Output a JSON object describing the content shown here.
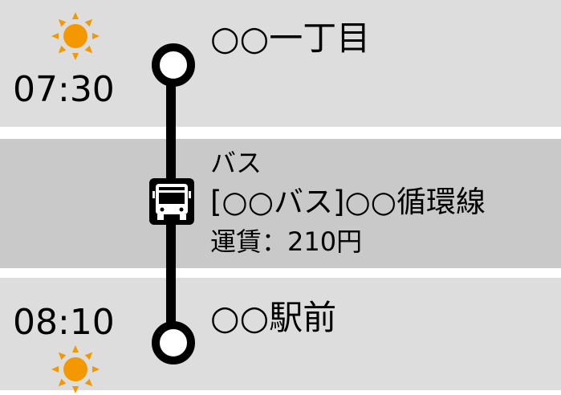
{
  "departure": {
    "time": "07:30",
    "station": "○○一丁目",
    "weather_icon": "sun-icon"
  },
  "segment": {
    "mode": "バス",
    "route": "[○○バス]○○循環線",
    "fare": "運賃：210円",
    "mode_icon": "bus-icon"
  },
  "arrival": {
    "time": "08:10",
    "station": "○○駅前",
    "weather_icon": "sun-icon"
  },
  "colors": {
    "stop_band": "#dcdddc",
    "segment_band": "#c8c9c8",
    "separator": "#ffffff",
    "sun": "#f39800",
    "line": "#000000"
  }
}
